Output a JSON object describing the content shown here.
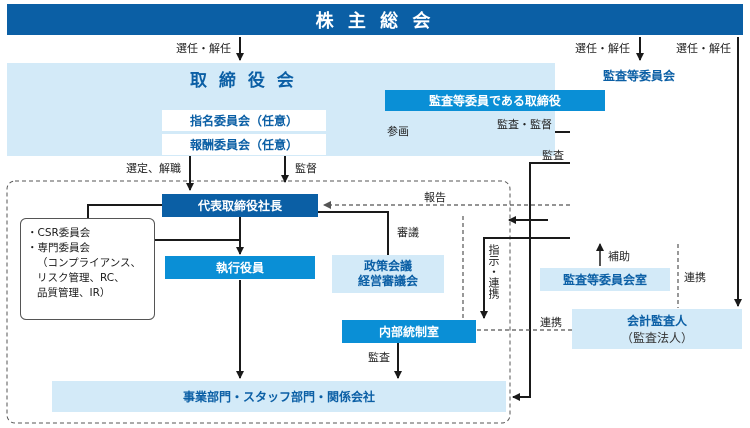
{
  "shareholders_meeting": "株 主 総 会",
  "board": {
    "title": "取 締 役 会",
    "nomination": "指名委員会（任意）",
    "remuneration": "報酬委員会（任意）",
    "audit_director": "監査等委員である取締役"
  },
  "audit_committee": {
    "title": "監査等委員会",
    "office": "監査等委員会室"
  },
  "accounting_auditor": {
    "name": "会計監査人",
    "sub": "（監査法人）"
  },
  "president": "代表取締役社長",
  "executive_officers": "執行役員",
  "policy_meetings": [
    "政策会議",
    "経営審議会"
  ],
  "internal_control": "内部統制室",
  "business_units": "事業部門・スタッフ部門・関係会社",
  "csr_box": [
    "・CSR委員会",
    "・専門委員会",
    "（コンプライアンス、",
    "リスク管理、RC、",
    "品質管理、IR）"
  ],
  "labels": {
    "elect_left": "選任・解任",
    "elect_mid": "選任・解任",
    "elect_right": "選任・解任",
    "participate": "参画",
    "audit_supervise": "監査・監督",
    "audit": "監査",
    "select_dismiss": "選定、解職",
    "supervise": "監督",
    "report": "報告",
    "deliberate": "審議",
    "instruct_link": "指示・連携",
    "support": "補助",
    "link_right": "連携",
    "link_bottom": "連携",
    "audit_internal": "監査"
  }
}
